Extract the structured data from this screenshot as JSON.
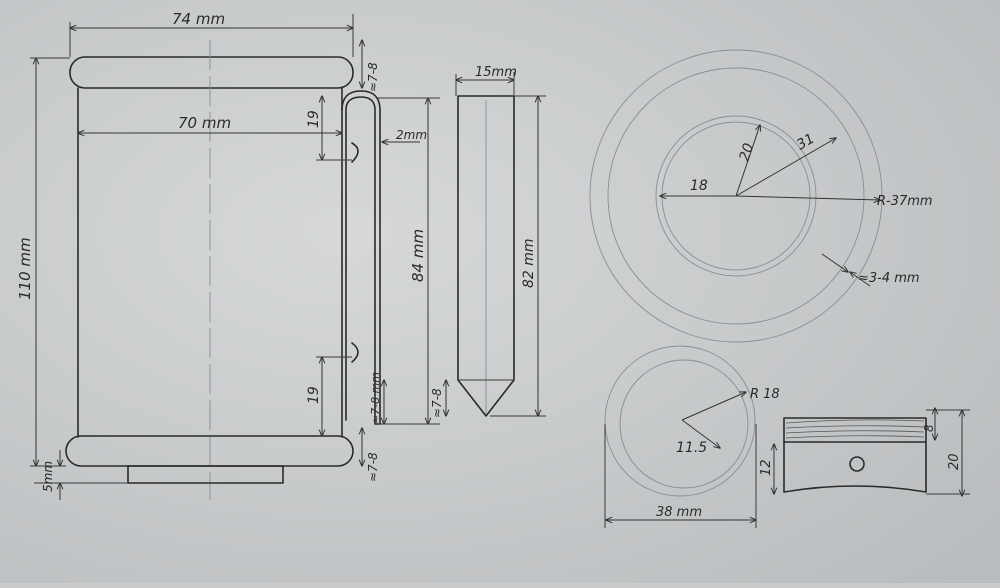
{
  "drawing": {
    "paper_color": "#c9cbcc",
    "ink_color": "#2a2a2a",
    "cylinder": {
      "top_width": "74 mm",
      "top_edge": "≈7-8",
      "inner_width": "70 mm",
      "height": "110 mm",
      "upper_offset": "19",
      "lower_offset": "19",
      "wall": "2mm",
      "slot_height": "84 mm",
      "lower_edge": "≈7-8 mm",
      "bottom_edge": "≈7-8",
      "base_height": "5mm"
    },
    "blade": {
      "width": "15mm",
      "height": "82 mm",
      "tip": "≈7-8"
    },
    "disc": {
      "r_inner": "18",
      "r_mid": "20",
      "r_outer_line": "31",
      "outer_radius": "R-37mm",
      "rim": "≈3-4 mm"
    },
    "small_disc": {
      "radius": "R 18",
      "inner": "11.5",
      "diameter": "38 mm"
    },
    "piston": {
      "ring_band": "8",
      "skirt": "12",
      "total_height": "20"
    }
  }
}
